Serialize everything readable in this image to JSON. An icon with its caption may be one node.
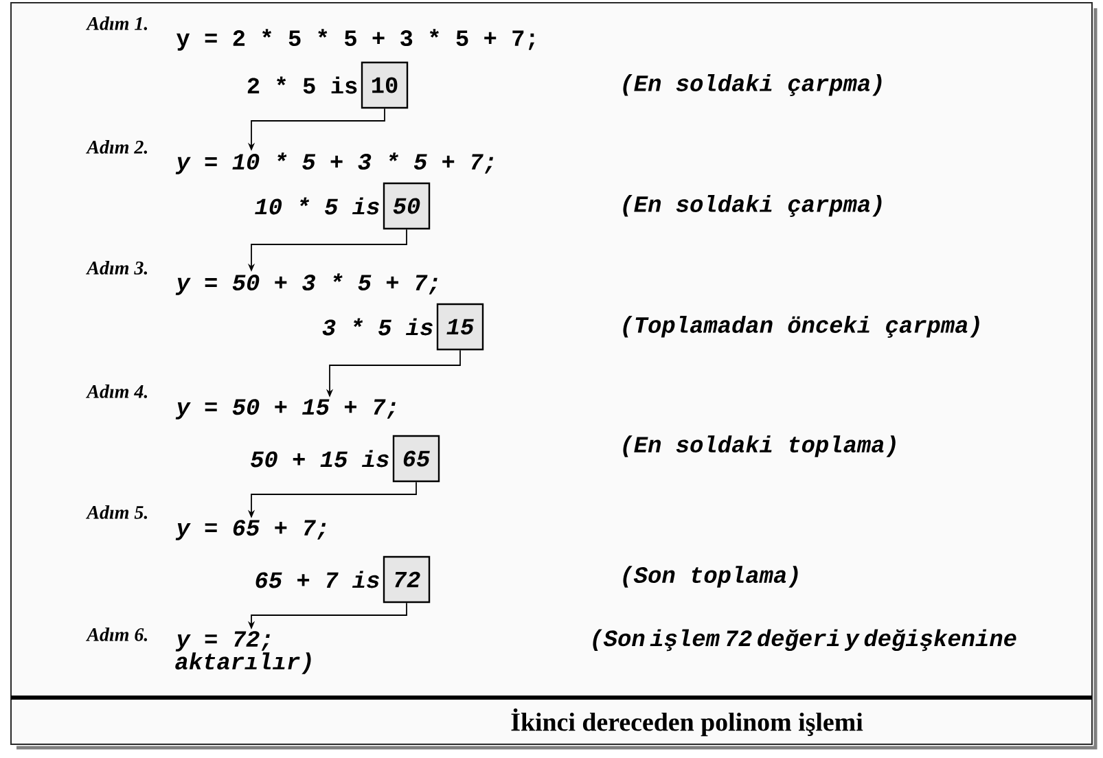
{
  "diagram": {
    "caption": "İkinci dereceden polinom işlemi",
    "nodes": [
      {
        "text": [
          "y = 2 * 5 * 5 + 3 * 5 + 7;"
        ]
      },
      {
        "text": [
          "10"
        ],
        "beside": [
          "2 * 5 is"
        ]
      },
      {
        "text": [
          "y = 10 * 5 + 3 * 5 + 7;"
        ]
      },
      {
        "text": [
          "50"
        ],
        "beside": [
          "10 * 5 is"
        ]
      },
      {
        "text": [
          "y = 50 + 3 * 5 + 7;"
        ]
      },
      {
        "text": [
          "15"
        ],
        "beside": [
          "3 * 5 is"
        ]
      },
      {
        "text": [
          "y = 50 + 15 + 7;"
        ]
      },
      {
        "text": [
          "65"
        ],
        "beside": [
          "50 + 15 is"
        ]
      },
      {
        "text": [
          "y = 65 + 7;"
        ]
      },
      {
        "text": [
          "72"
        ],
        "beside": [
          "65 + 7 is"
        ]
      },
      {
        "text": [
          "y = 72;"
        ]
      }
    ],
    "edges": [
      {
        "from": 1,
        "to": 2,
        "arrow": "to"
      },
      {
        "from": 3,
        "to": 4,
        "arrow": "to"
      },
      {
        "from": 5,
        "to": 6,
        "arrow": "to"
      },
      {
        "from": 7,
        "to": 8,
        "arrow": "to"
      },
      {
        "from": 9,
        "to": 10,
        "arrow": "to"
      }
    ],
    "labels": [
      "Adım 1.",
      "(En soldaki çarpma)",
      "Adım 2.",
      "(En soldaki çarpma)",
      "Adım 3.",
      "(Toplamadan önceki çarpma)",
      "Adım 4.",
      "(En soldaki toplama)",
      "Adım 5.",
      "(Son toplama)",
      "Adım 6.",
      "(Son işlem 72 değeri y değişkenine aktarılır)"
    ]
  }
}
